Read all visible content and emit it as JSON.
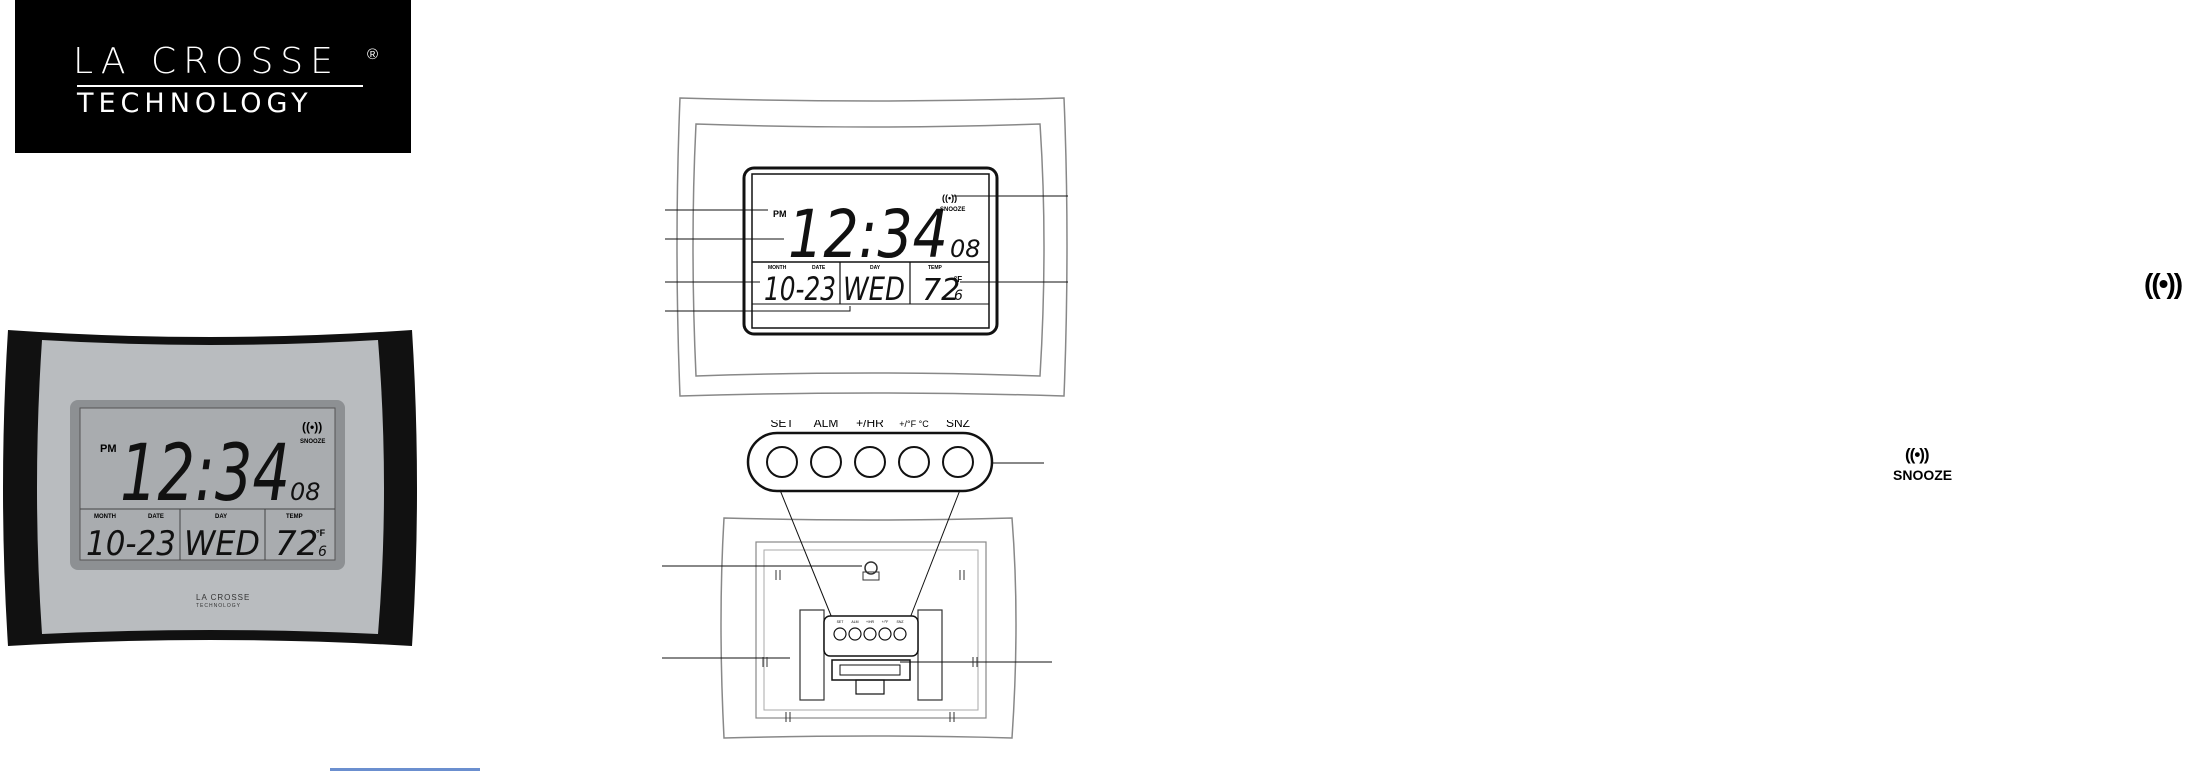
{
  "logo": {
    "line1": "LA CROSSE",
    "reg": "®",
    "line2": "TECHNOLOGY"
  },
  "display": {
    "ampm": "PM",
    "time": "12:34",
    "seconds": "08",
    "month_label": "MONTH",
    "date_label": "DATE",
    "day_label": "DAY",
    "temp_label": "TEMP",
    "date": "10-23",
    "day": "WED",
    "temp": "72",
    "temp_decimal": "6",
    "unit": "°F",
    "snooze": "SNOOZE",
    "alarm_icon": "((•))"
  },
  "photo": {
    "brand_line1": "LA CROSSE",
    "brand_line2": "TECHNOLOGY"
  },
  "buttons": [
    "SET",
    "ALM",
    "+/HR",
    "+/°F °C",
    "SNZ"
  ],
  "back_buttons": [
    "SET",
    "ALM",
    "+/HR",
    "+/°F",
    "SNZ"
  ],
  "icons": {
    "alarm_large": "((•))",
    "alarm_small": "((•))",
    "snooze_label": "SNOOZE"
  },
  "colors": {
    "accent_line": "#6b8fcf",
    "photo_frame": "#111111",
    "photo_panel": "#b9bcbf",
    "lcd": "#a9acaf"
  }
}
